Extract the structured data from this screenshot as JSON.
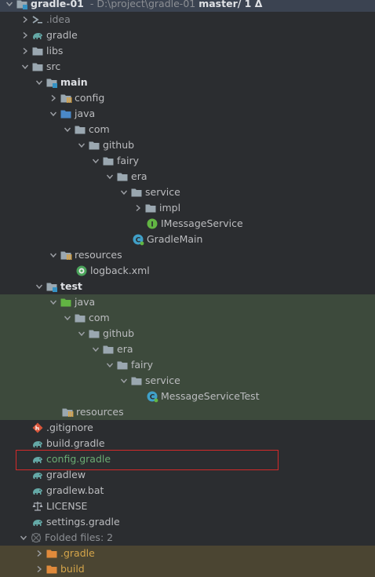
{
  "project": {
    "name": "gradle-01",
    "path": " - D:\\project\\gradle-01",
    "vcs": "master/ 1 Δ"
  },
  "nodes": {
    "idea": ".idea",
    "gradle": "gradle",
    "libs": "libs",
    "src": "src",
    "main": "main",
    "config": "config",
    "java": "java",
    "com": "com",
    "github": "github",
    "fairy": "fairy",
    "era": "era",
    "service": "service",
    "impl": "impl",
    "imessageservice": "IMessageService",
    "gradlemain": "GradleMain",
    "resources": "resources",
    "logback": "logback.xml",
    "test": "test",
    "test_java": "java",
    "test_com": "com",
    "test_github": "github",
    "test_era": "era",
    "test_fairy": "fairy",
    "test_service": "service",
    "messageservicetest": "MessageServiceTest",
    "test_resources": "resources",
    "gitignore": ".gitignore",
    "build_gradle": "build.gradle",
    "config_gradle": "config.gradle",
    "gradlew": "gradlew",
    "gradlew_bat": "gradlew.bat",
    "license": "LICENSE",
    "settings_gradle": "settings.gradle",
    "folded": "Folded files: 2",
    "dot_gradle": ".gradle",
    "build": "build"
  },
  "colors": {
    "background": "#2b2d30",
    "selection": "#3b4351",
    "test_bg": "#3d4a3c",
    "excluded_bg": "#4b4532",
    "highlight_border": "#d32a2a"
  }
}
